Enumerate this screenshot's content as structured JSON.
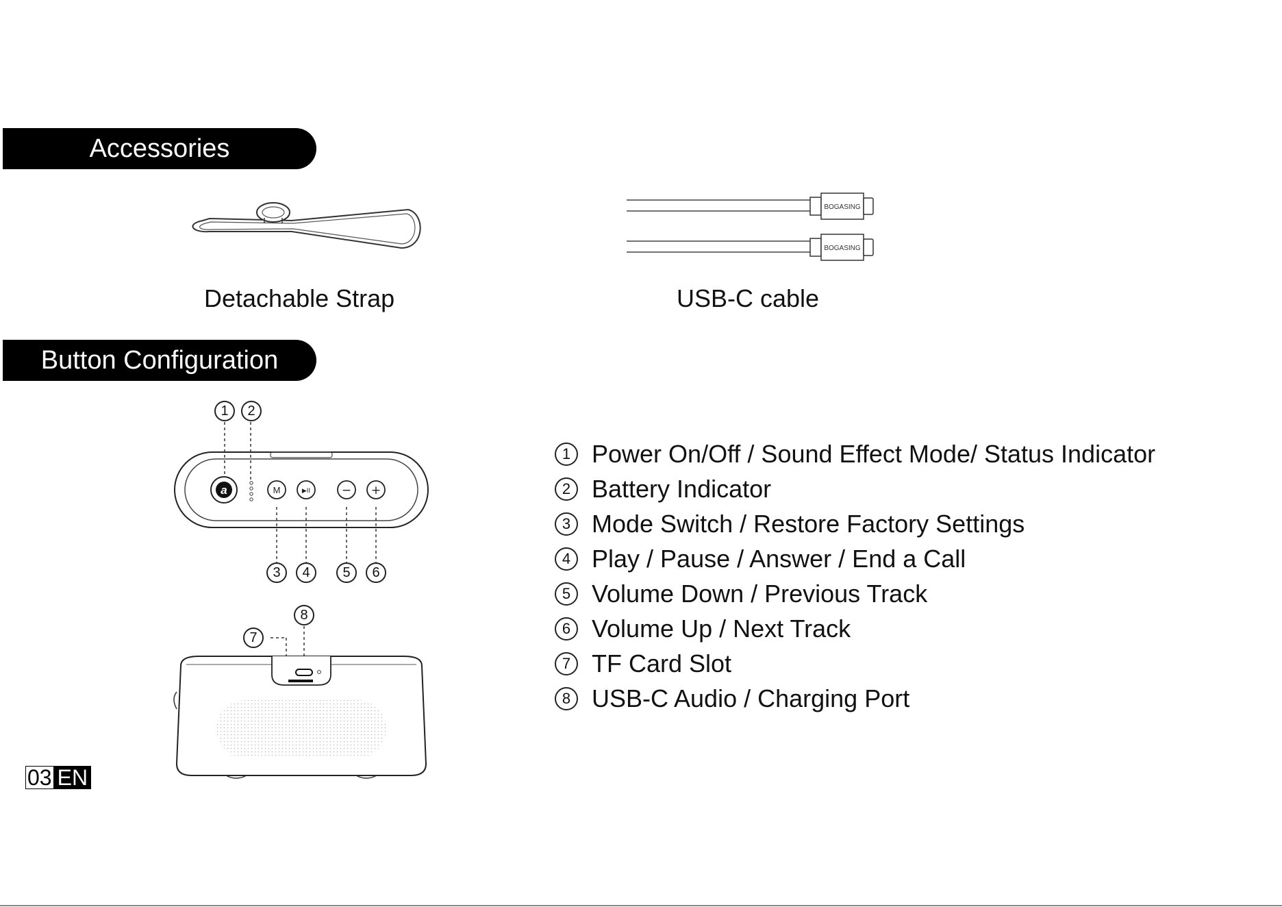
{
  "sections": {
    "accessories": "Accessories",
    "button_configuration": "Button Configuration"
  },
  "accessories": {
    "strap_caption": "Detachable Strap",
    "cable_caption": "USB-C cable",
    "cable_brand": "BOGASING"
  },
  "device": {
    "logo_letter": "a",
    "mode_key": "M",
    "play_key": "▶II",
    "minus_key": "−",
    "plus_key": "+"
  },
  "callouts": {
    "c1": "1",
    "c2": "2",
    "c3": "3",
    "c4": "4",
    "c5": "5",
    "c6": "6",
    "c7": "7",
    "c8": "8"
  },
  "legend": [
    {
      "num": "1",
      "text": "Power On/Off / Sound Effect Mode/ Status Indicator"
    },
    {
      "num": "2",
      "text": "Battery Indicator"
    },
    {
      "num": "3",
      "text": "Mode Switch / Restore Factory Settings"
    },
    {
      "num": "4",
      "text": "Play / Pause / Answer / End a Call"
    },
    {
      "num": "5",
      "text": "Volume Down / Previous Track"
    },
    {
      "num": "6",
      "text": "Volume Up / Next Track"
    },
    {
      "num": "7",
      "text": "TF Card Slot"
    },
    {
      "num": "8",
      "text": "USB-C Audio / Charging Port"
    }
  ],
  "footer": {
    "page_number": "03",
    "language": "EN"
  }
}
